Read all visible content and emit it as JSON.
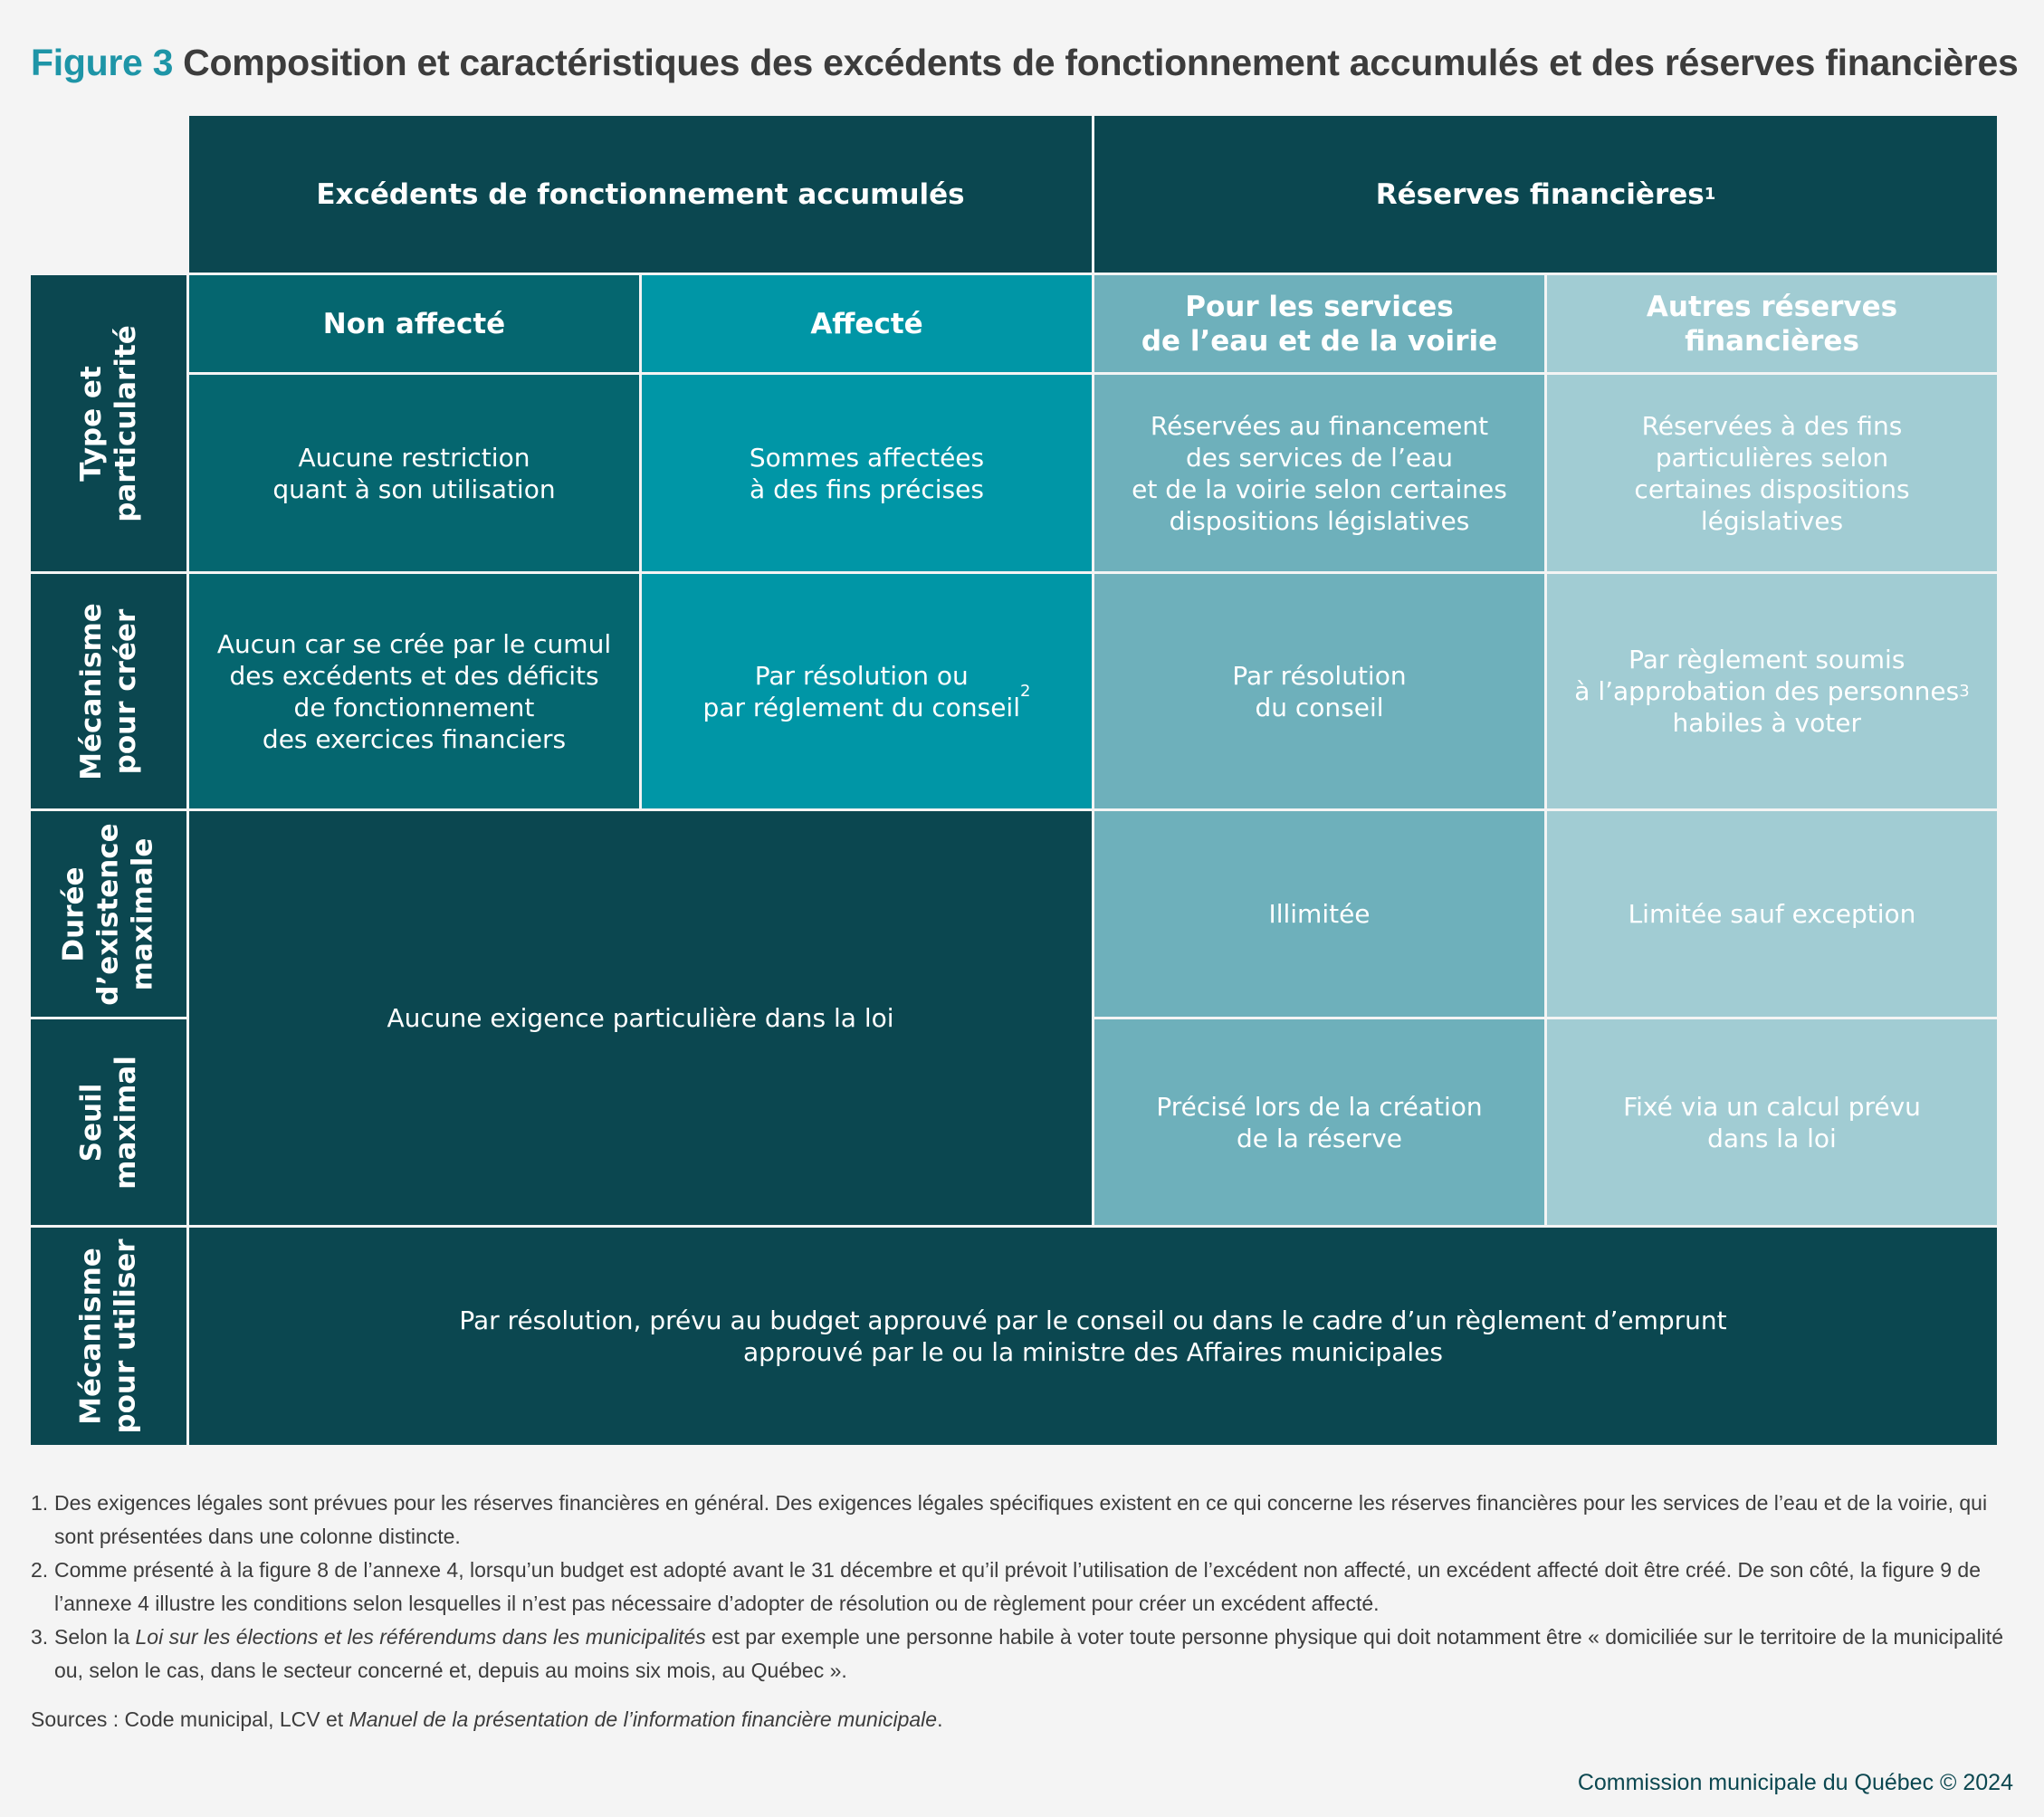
{
  "title": {
    "figure": "Figure 3",
    "text": " Composition et caractéristiques des excédents de fonctionnement accumulés et des réserves financières"
  },
  "headers": {
    "excedents": "Excédents de fonctionnement accumulés",
    "reserves": "Réserves financières",
    "reserves_note": "1"
  },
  "subheaders": {
    "non_affecte": "Non affecté",
    "affecte": "Affecté",
    "eau": "Pour les services\nde l’eau et de la voirie",
    "autres": "Autres réserves\nfinancières"
  },
  "row_labels": {
    "type": "Type et\nparticularité",
    "creer": "Mécanisme\npour créer",
    "duree": "Durée\nd’existence\nmaximale",
    "seuil": "Seuil\nmaximal",
    "utiliser": "Mécanisme\npour utiliser"
  },
  "cells": {
    "type_non_affecte": "Aucune restriction\nquant à son utilisation",
    "type_affecte": "Sommes affectées\nà des fins précises",
    "type_eau": "Réservées au financement\ndes services de l’eau\net de la voirie selon certaines\ndispositions législatives",
    "type_autres": "Réservées à des fins\nparticulières selon\ncertaines dispositions\nlégislatives",
    "creer_non_affecte": "Aucun car se crée par le cumul\ndes excédents et des déficits\nde fonctionnement\ndes exercices financiers",
    "creer_affecte": "Par résolution ou\npar réglement du conseil",
    "creer_affecte_note": "2",
    "creer_eau": "Par résolution\ndu conseil",
    "creer_autres": "Par règlement soumis\nà l’approbation des personnes\nhabiles à voter",
    "creer_autres_note": "3",
    "excedents_duree_seuil": "Aucune exigence particulière dans la loi",
    "duree_eau": "Illimitée",
    "duree_autres": "Limitée sauf exception",
    "seuil_eau": "Précisé lors de la création\nde la réserve",
    "seuil_autres": "Fixé via un calcul prévu\ndans la loi",
    "utiliser": "Par résolution, prévu au budget approuvé par le conseil ou dans le cadre d’un règlement d’emprunt\napprouvé par le ou la ministre des Affaires municipales"
  },
  "notes": [
    {
      "num": "1.",
      "text": "Des exigences légales sont prévues pour les réserves financières en général. Des exigences légales spécifiques existent en ce qui concerne les réserves financières pour les services de l’eau et de la voirie, qui sont présentées dans une colonne distincte."
    },
    {
      "num": "2.",
      "text": "Comme présenté à la figure 8 de l’annexe 4, lorsqu’un budget est adopté avant le 31 décembre et qu’il prévoit l’utilisation de l’excédent non affecté, un excédent affecté doit être créé. De son côté, la figure 9 de l’annexe 4 illustre les conditions selon lesquelles il n’est pas nécessaire d’adopter de résolution ou de règlement pour créer un excédent affecté."
    },
    {
      "num": "3.",
      "pre": "Selon la ",
      "italic": "Loi sur les élections et les référendums dans les municipalités",
      "post": " est par exemple une personne habile à voter toute personne physique qui doit notamment être « domiciliée sur le territoire de la municipalité ou, selon le cas, dans le secteur concerné et, depuis au moins six mois, au Québec »."
    }
  ],
  "sources": {
    "pre": "Sources : Code municipal, LCV et ",
    "italic": "Manuel de la présentation de l’information financière municipale",
    "post": "."
  },
  "footer": "Commission municipale du Québec © 2024",
  "colors": {
    "accent": "#1e95a7",
    "dark": "#0b4750",
    "non_affecte": "#05666f",
    "affecte": "#0096a6",
    "eau": "#6eb0bb",
    "autres": "#a1ccd3"
  }
}
